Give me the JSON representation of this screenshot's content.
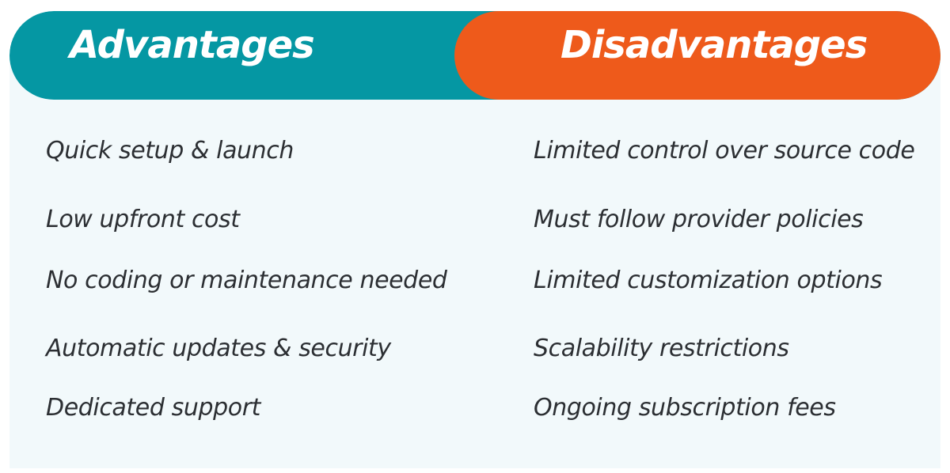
{
  "advantages": {
    "title": "Advantages",
    "items": [
      "Quick setup & launch",
      "Low upfront cost",
      "No coding or maintenance needed",
      "Automatic updates & security",
      "Dedicated support"
    ]
  },
  "disadvantages": {
    "title": "Disadvantages",
    "items": [
      "Limited control over source code",
      "Must follow provider policies",
      "Limited customization options",
      "Scalability restrictions",
      "Ongoing subscription fees"
    ]
  },
  "colors": {
    "advantages_header": "#0597a3",
    "disadvantages_header": "#ee5a1b",
    "panel_background": "#f2f9fb",
    "text": "#2c2f33"
  }
}
